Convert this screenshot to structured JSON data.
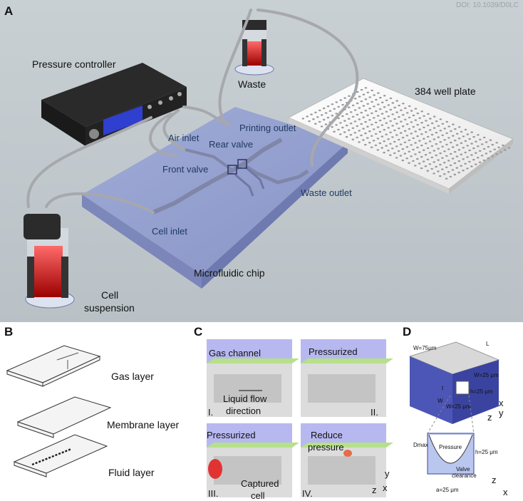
{
  "doi": "DOI: 10.1039/D0LC",
  "panels": {
    "a": {
      "letter": "A",
      "labels": {
        "pressure_controller": "Pressure controller",
        "waste": "Waste",
        "well_plate": "384 well plate",
        "air_inlet": "Air inlet",
        "printing_outlet": "Printing outlet",
        "rear_valve": "Rear valve",
        "front_valve": "Front valve",
        "waste_outlet": "Waste outlet",
        "cell_inlet": "Cell inlet",
        "microfluidic_chip": "Microfluidic chip",
        "cell_suspension_1": "Cell",
        "cell_suspension_2": "suspension"
      }
    },
    "b": {
      "letter": "B",
      "labels": {
        "gas": "Gas layer",
        "membrane": "Membrane layer",
        "fluid": "Fluid layer"
      }
    },
    "c": {
      "letter": "C",
      "labels": {
        "gas_channel": "Gas channel",
        "liquid_flow_1": "Liquid flow",
        "liquid_flow_2": "direction",
        "pressurized_1": "Pressurized",
        "pressurized_2": "Pressurized",
        "reduce_1": "Reduce",
        "reduce_2": "pressure",
        "captured_1": "Captured",
        "captured_2": "cell",
        "step_1": "I.",
        "step_2": "II.",
        "step_3": "III.",
        "step_4": "IV.",
        "axis_z": "z",
        "axis_x": "x",
        "axis_y": "y"
      }
    },
    "d": {
      "letter": "D",
      "labels": {
        "w_top": "W=75μm",
        "l": "L",
        "t": "t",
        "wg": "W",
        "w25": "W=25 μm",
        "w_eq": "W=25 μm",
        "h25": "h=25 μm",
        "axis_z": "z",
        "axis_x": "x",
        "axis_y": "y",
        "dmax": "Dmax",
        "pressure": "Pressure",
        "valve_clearance_1": "Valve",
        "valve_clearance_2": "clearance",
        "h_side": "h=25 μm",
        "a": "a=25 μm",
        "axis_z2": "z",
        "axis_x2": "x"
      }
    }
  }
}
